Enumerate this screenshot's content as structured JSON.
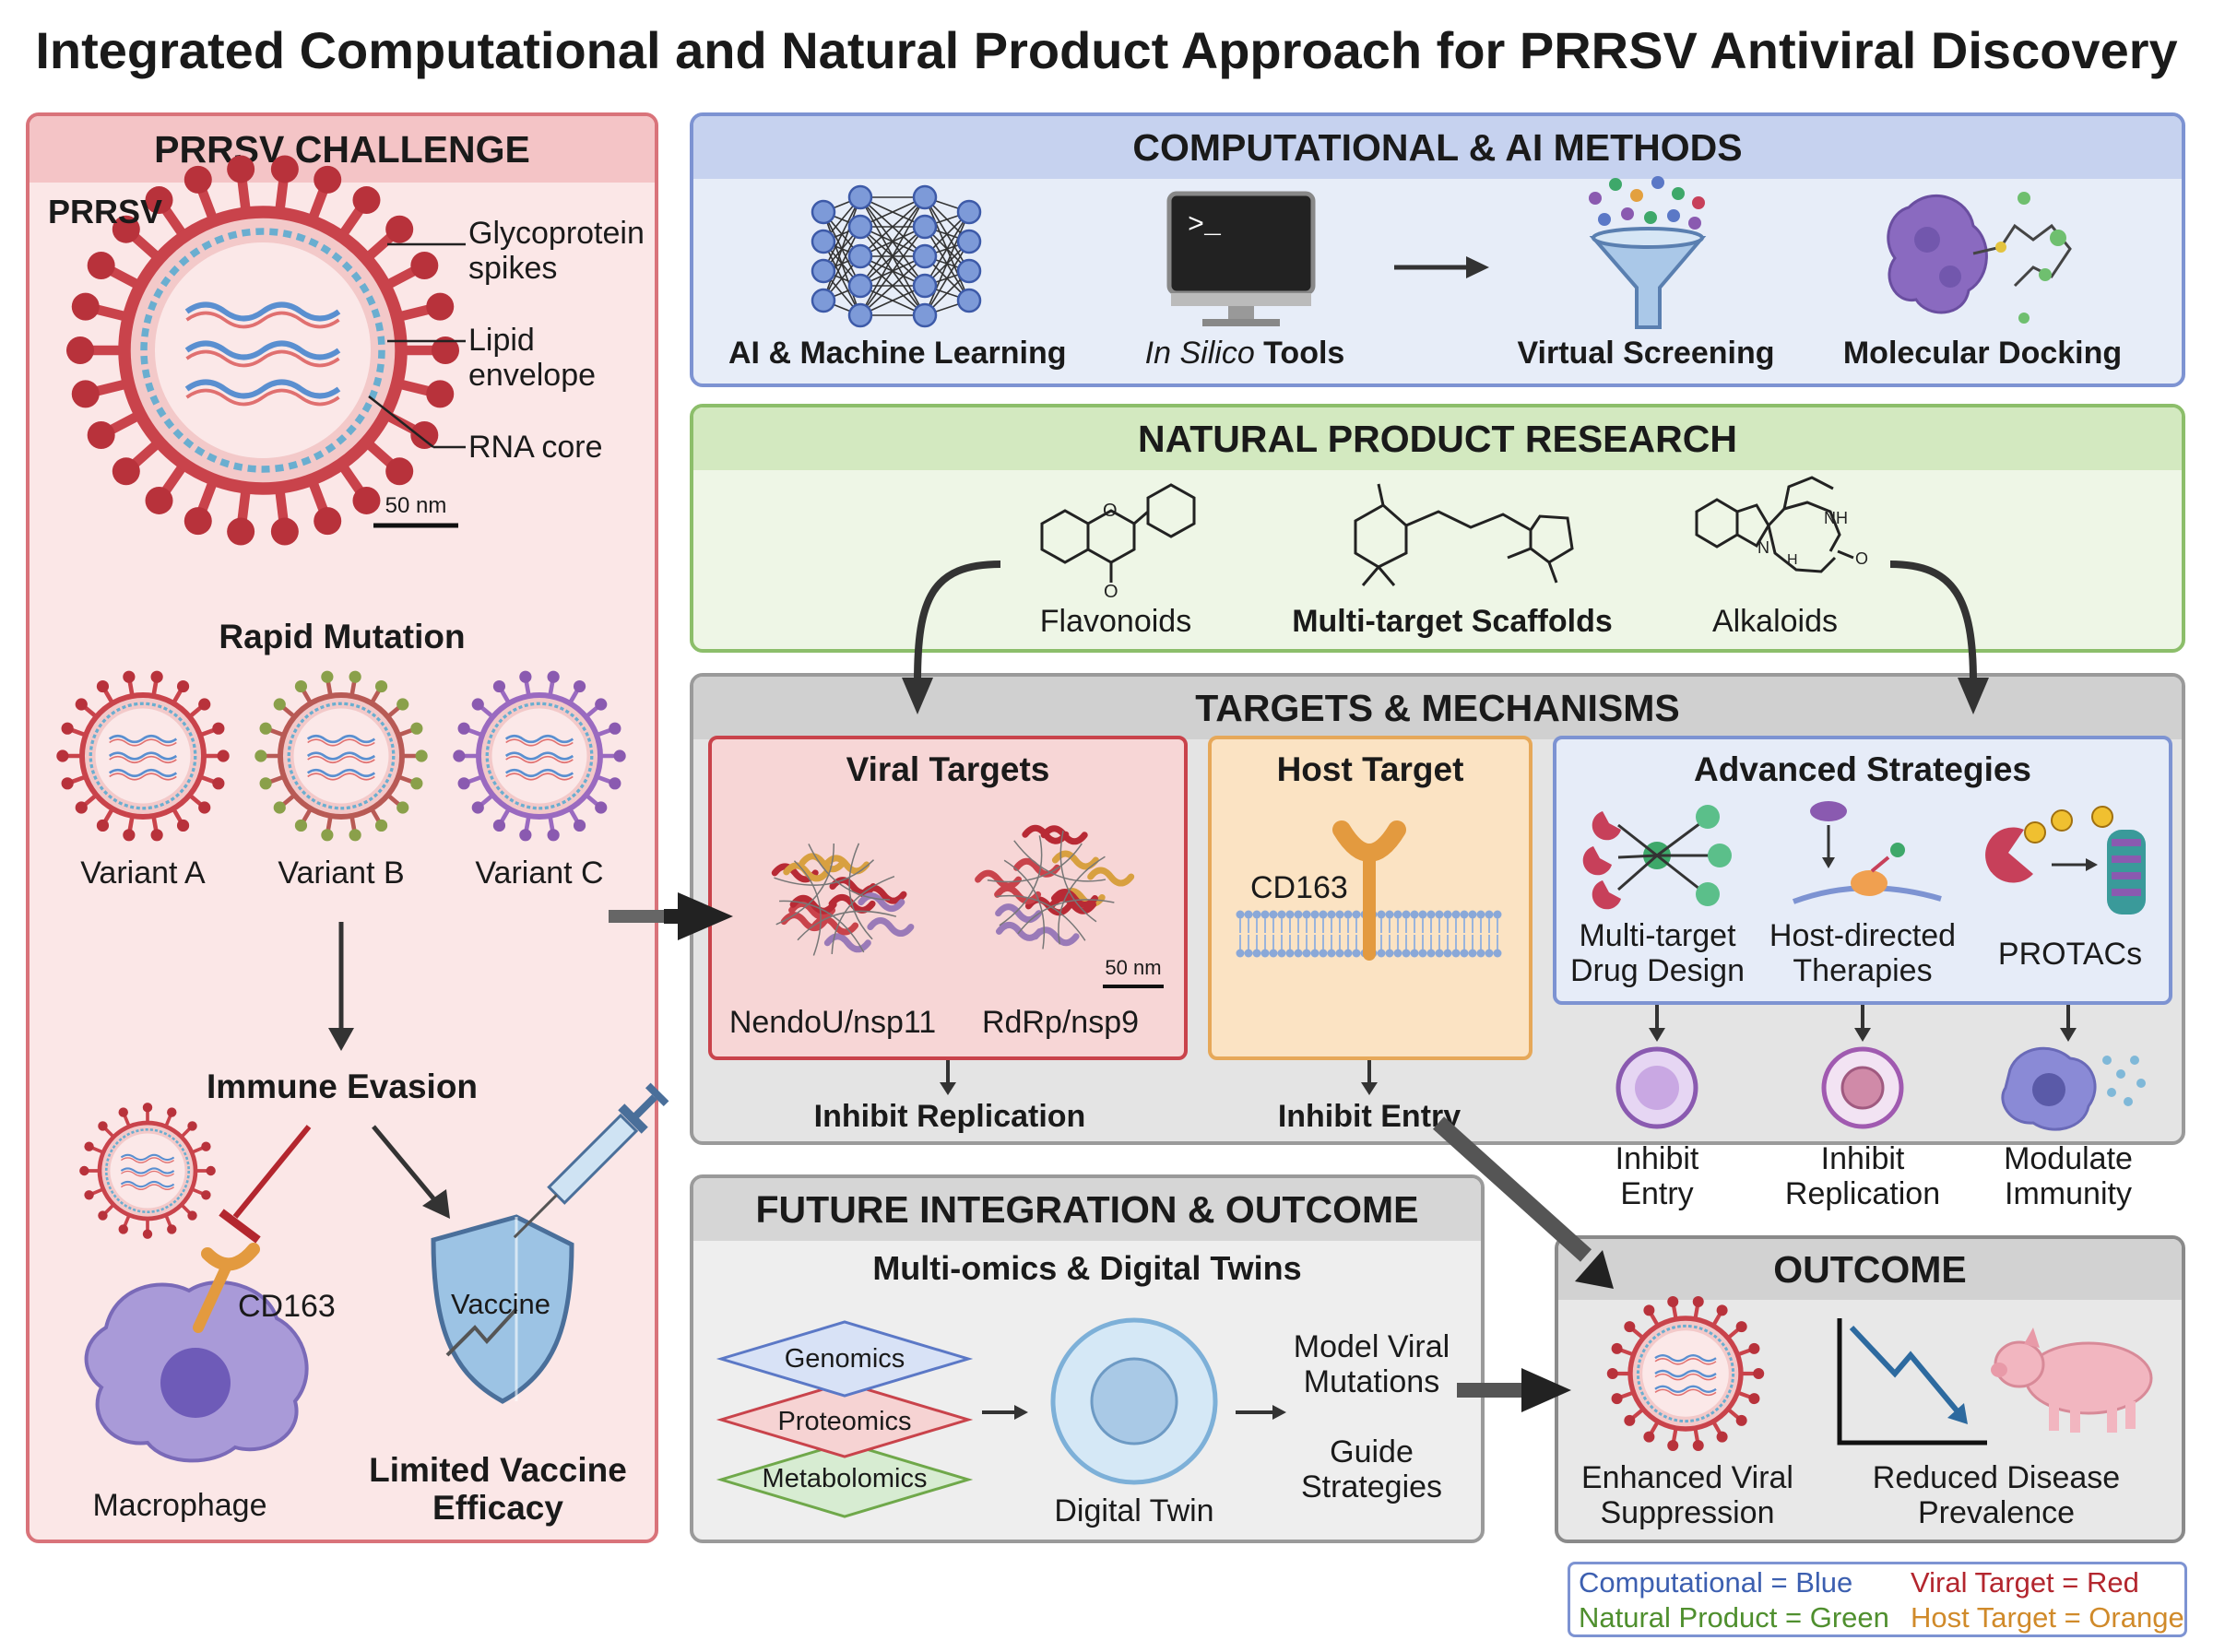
{
  "title": "Integrated Computational and Natural Product Approach for PRRSV Antiviral Discovery",
  "colors": {
    "challenge": "#c9434b",
    "computational": "#5b78c6",
    "natural": "#6fa84a",
    "targets": "#8c8c8c",
    "viral": "#c0353d",
    "host": "#e39a3f",
    "advanced": "#5b78c6"
  },
  "challenge": {
    "header": "PRRSV CHALLENGE",
    "virus_label": "PRRSV",
    "labels": {
      "spikes": "Glycoprotein spikes",
      "envelope": "Lipid envelope",
      "rna": "RNA core"
    },
    "scale": "50 nm",
    "mutation": {
      "title": "Rapid Mutation",
      "variants": [
        "Variant A",
        "Variant B",
        "Variant C"
      ]
    },
    "immune": {
      "title": "Immune Evasion",
      "cd163": "CD163",
      "macrophage": "Macrophage",
      "vaccine": "Vaccine",
      "limited": "Limited Vaccine Efficacy"
    }
  },
  "computational": {
    "header": "COMPUTATIONAL & AI METHODS",
    "items": {
      "ai": "AI & Machine Learning",
      "insilico_italic": "In Silico",
      "insilico_rest": " Tools",
      "screening": "Virtual Screening",
      "docking": "Molecular Docking"
    },
    "icons": [
      "neural-network-icon",
      "computer-terminal-icon",
      "funnel-icon",
      "docking-icon"
    ]
  },
  "natural": {
    "header": "NATURAL PRODUCT RESEARCH",
    "items": {
      "flavonoids": "Flavonoids",
      "scaffolds": "Multi-target Scaffolds",
      "alkaloids": "Alkaloids"
    }
  },
  "targets": {
    "header": "TARGETS & MECHANISMS",
    "viral": {
      "title": "Viral Targets",
      "a": "NendoU/nsp11",
      "b": "RdRp/nsp9",
      "scale": "50 nm",
      "outcome": "Inhibit Replication"
    },
    "host": {
      "title": "Host Target",
      "receptor": "CD163",
      "outcome": "Inhibit Entry"
    },
    "advanced": {
      "title": "Advanced Strategies",
      "items": [
        "Multi-target Drug Design",
        "Host-directed Therapies",
        "PROTACs"
      ],
      "outcomes": [
        "Inhibit Entry",
        "Inhibit Replication",
        "Modulate Immunity"
      ]
    }
  },
  "future": {
    "header": "FUTURE INTEGRATION & OUTCOME",
    "subtitle": "Multi-omics & Digital Twins",
    "omics": [
      "Genomics",
      "Proteomics",
      "Metabolomics"
    ],
    "twin": "Digital Twin",
    "uses": [
      "Model Viral Mutations",
      "Guide Strategies"
    ]
  },
  "outcome": {
    "header": "OUTCOME",
    "items": [
      "Enhanced Viral Suppression",
      "Reduced Disease Prevalence"
    ]
  },
  "legend": {
    "computational": "Computational = Blue",
    "viral": "Viral Target = Red",
    "natural": "Natural Product = Green",
    "host": "Host Target = Orange"
  }
}
